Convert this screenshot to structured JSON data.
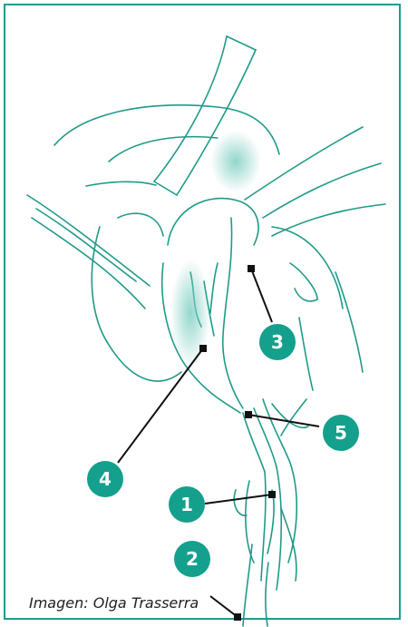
{
  "credit": "Imagen: Olga Trasserra",
  "markers": [
    {
      "id": "1",
      "label": "1"
    },
    {
      "id": "2",
      "label": "2"
    },
    {
      "id": "3",
      "label": "3"
    },
    {
      "id": "4",
      "label": "4"
    },
    {
      "id": "5",
      "label": "5"
    }
  ],
  "colors": {
    "frame": "#1a9e8c",
    "badge": "#14a08c",
    "line": "#1f9a88",
    "shade": "#7fcfc2"
  }
}
